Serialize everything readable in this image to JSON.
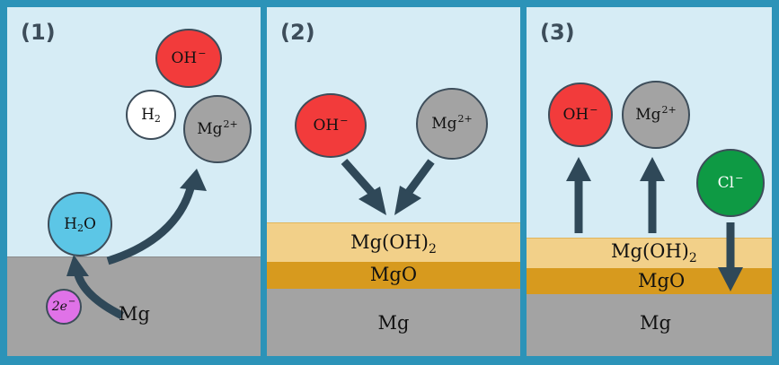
{
  "panels": [
    {
      "number": "(1)",
      "substrate": "Mg",
      "species": {
        "hydroxide": {
          "label": "OH",
          "charge": "−"
        },
        "hydrogen": {
          "label": "H",
          "sub": "2"
        },
        "magnesium_ion": {
          "label": "Mg",
          "charge": "2+"
        },
        "water": {
          "label": "H",
          "sub": "2",
          "label_tail": "O"
        },
        "electrons": {
          "label": "2e",
          "charge": "−"
        }
      }
    },
    {
      "number": "(2)",
      "species": {
        "hydroxide": {
          "label": "OH",
          "charge": "−"
        },
        "magnesium_ion": {
          "label": "Mg",
          "charge": "2+"
        }
      },
      "layers": {
        "hydroxide_layer": {
          "label": "Mg(OH)",
          "sub": "2"
        },
        "oxide_layer": "MgO",
        "substrate": "Mg"
      }
    },
    {
      "number": "(3)",
      "species": {
        "hydroxide": {
          "label": "OH",
          "charge": "−"
        },
        "magnesium_ion": {
          "label": "Mg",
          "charge": "2+"
        },
        "chloride": {
          "label": "Cl",
          "charge": "−"
        }
      },
      "layers": {
        "hydroxide_layer": {
          "label": "Mg(OH)",
          "sub": "2"
        },
        "oxide_layer": "MgO",
        "substrate": "Mg"
      }
    }
  ],
  "colors": {
    "frame": "#2c93b8",
    "solution": "#d6ecf5",
    "metal": "#a3a3a3",
    "hydroxide_film": "#f2d089",
    "oxide_film": "#d79a1e",
    "arrow": "#2f4858",
    "hydroxide_ion": "#f23b3b",
    "magnesium_ion": "#a3a3a3",
    "hydrogen": "#ffffff",
    "water": "#5cc6e6",
    "electron": "#e072e8",
    "chloride": "#0e9a44"
  }
}
